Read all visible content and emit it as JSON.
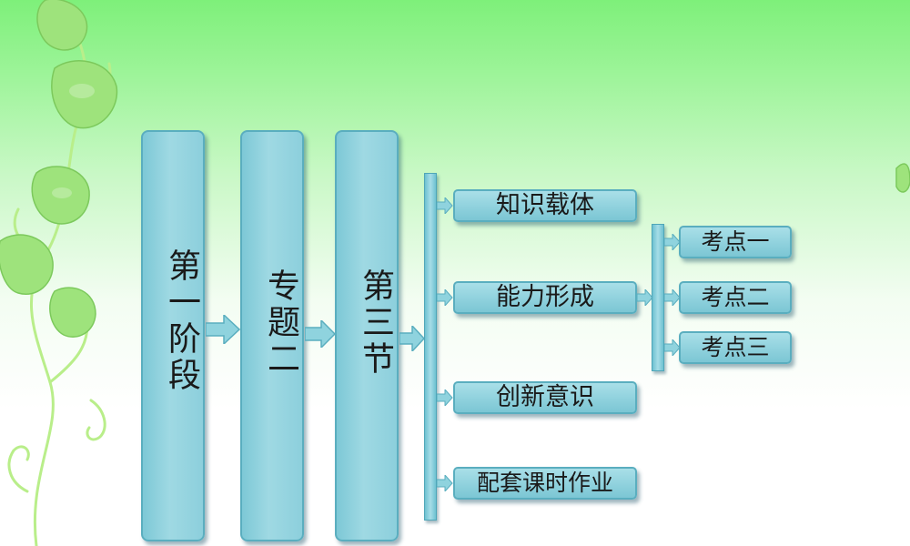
{
  "structure": {
    "stage": "第一阶段",
    "topic": "专题二",
    "section": "第三节"
  },
  "parts": [
    {
      "label": "知识载体"
    },
    {
      "label": "能力形成"
    },
    {
      "label": "创新意识"
    },
    {
      "label": "配套课时作业"
    }
  ],
  "points": [
    {
      "label": "考点一"
    },
    {
      "label": "考点二"
    },
    {
      "label": "考点三"
    }
  ],
  "colors": {
    "box_fill": "#9fd9e3",
    "box_border": "#5aaebf",
    "background_top": "#7ef07a",
    "leaf": "#8fe07a"
  },
  "icons": [
    "vine-leaf-decoration",
    "arrow-right-icon"
  ]
}
